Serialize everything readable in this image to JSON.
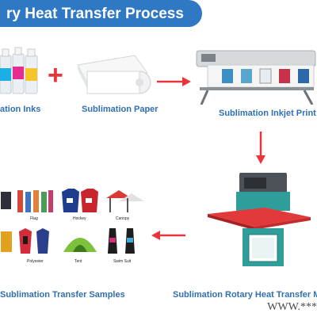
{
  "title": "ry Heat Transfer Process",
  "steps": {
    "inks": "ation Inks",
    "paper": "Sublimation Paper",
    "printer": "Sublimation Inkjet Print",
    "press": "Sublimation Rotary Heat Transfer M",
    "samples": "Sublimation Transfer Samples"
  },
  "sample_labels": {
    "flag": "Flag",
    "hockey": "Hockey",
    "canopy": "Canopy",
    "polyester": "Polyester",
    "tent": "Tent",
    "swimsuit": "Swim Suit"
  },
  "watermark": "WWW.***",
  "colors": {
    "banner": "#2e78c4",
    "label_text": "#2f6fb3",
    "arrow": "#e8343a"
  },
  "icons": [
    "ink-bottles-icon",
    "plus-icon",
    "paper-roll-icon",
    "arrow-right-icon",
    "inkjet-printer-icon",
    "arrow-down-icon",
    "heat-press-machine-icon",
    "arrow-left-icon",
    "sample-products-icon"
  ]
}
